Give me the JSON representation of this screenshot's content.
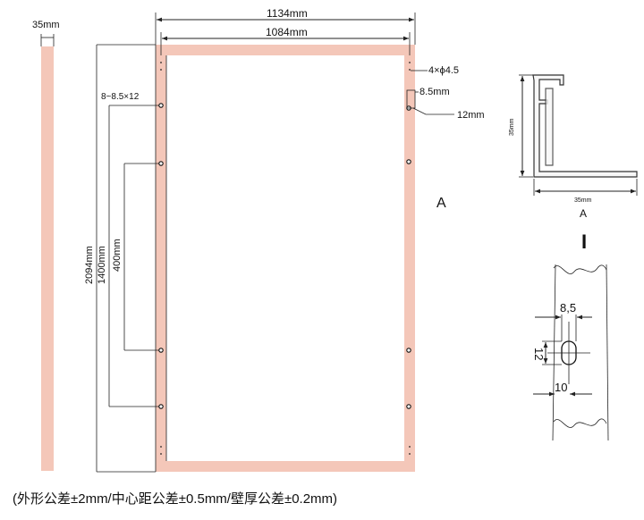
{
  "colors": {
    "frame_fill": "#f4c7b9",
    "line": "#222222"
  },
  "dimensions": {
    "frame_depth": "35mm",
    "outer_width": "1134mm",
    "inner_width": "1084mm",
    "height": "2094mm",
    "hole_spacing_long": "1400mm",
    "hole_spacing_short": "400mm",
    "mount_holes": "4×ϕ4.5",
    "slot_width": "8.5mm",
    "slot_length": "12mm",
    "slot_label": "8~8.5×12"
  },
  "detail_A": {
    "label": "A",
    "height": "35mm",
    "width": "35mm"
  },
  "detail_I": {
    "label": "I",
    "slot_w": "8,5",
    "slot_h": "12",
    "offset": "10"
  },
  "tolerance_note": "(外形公差±2mm/中心距公差±0.5mm/壁厚公差±0.2mm)"
}
